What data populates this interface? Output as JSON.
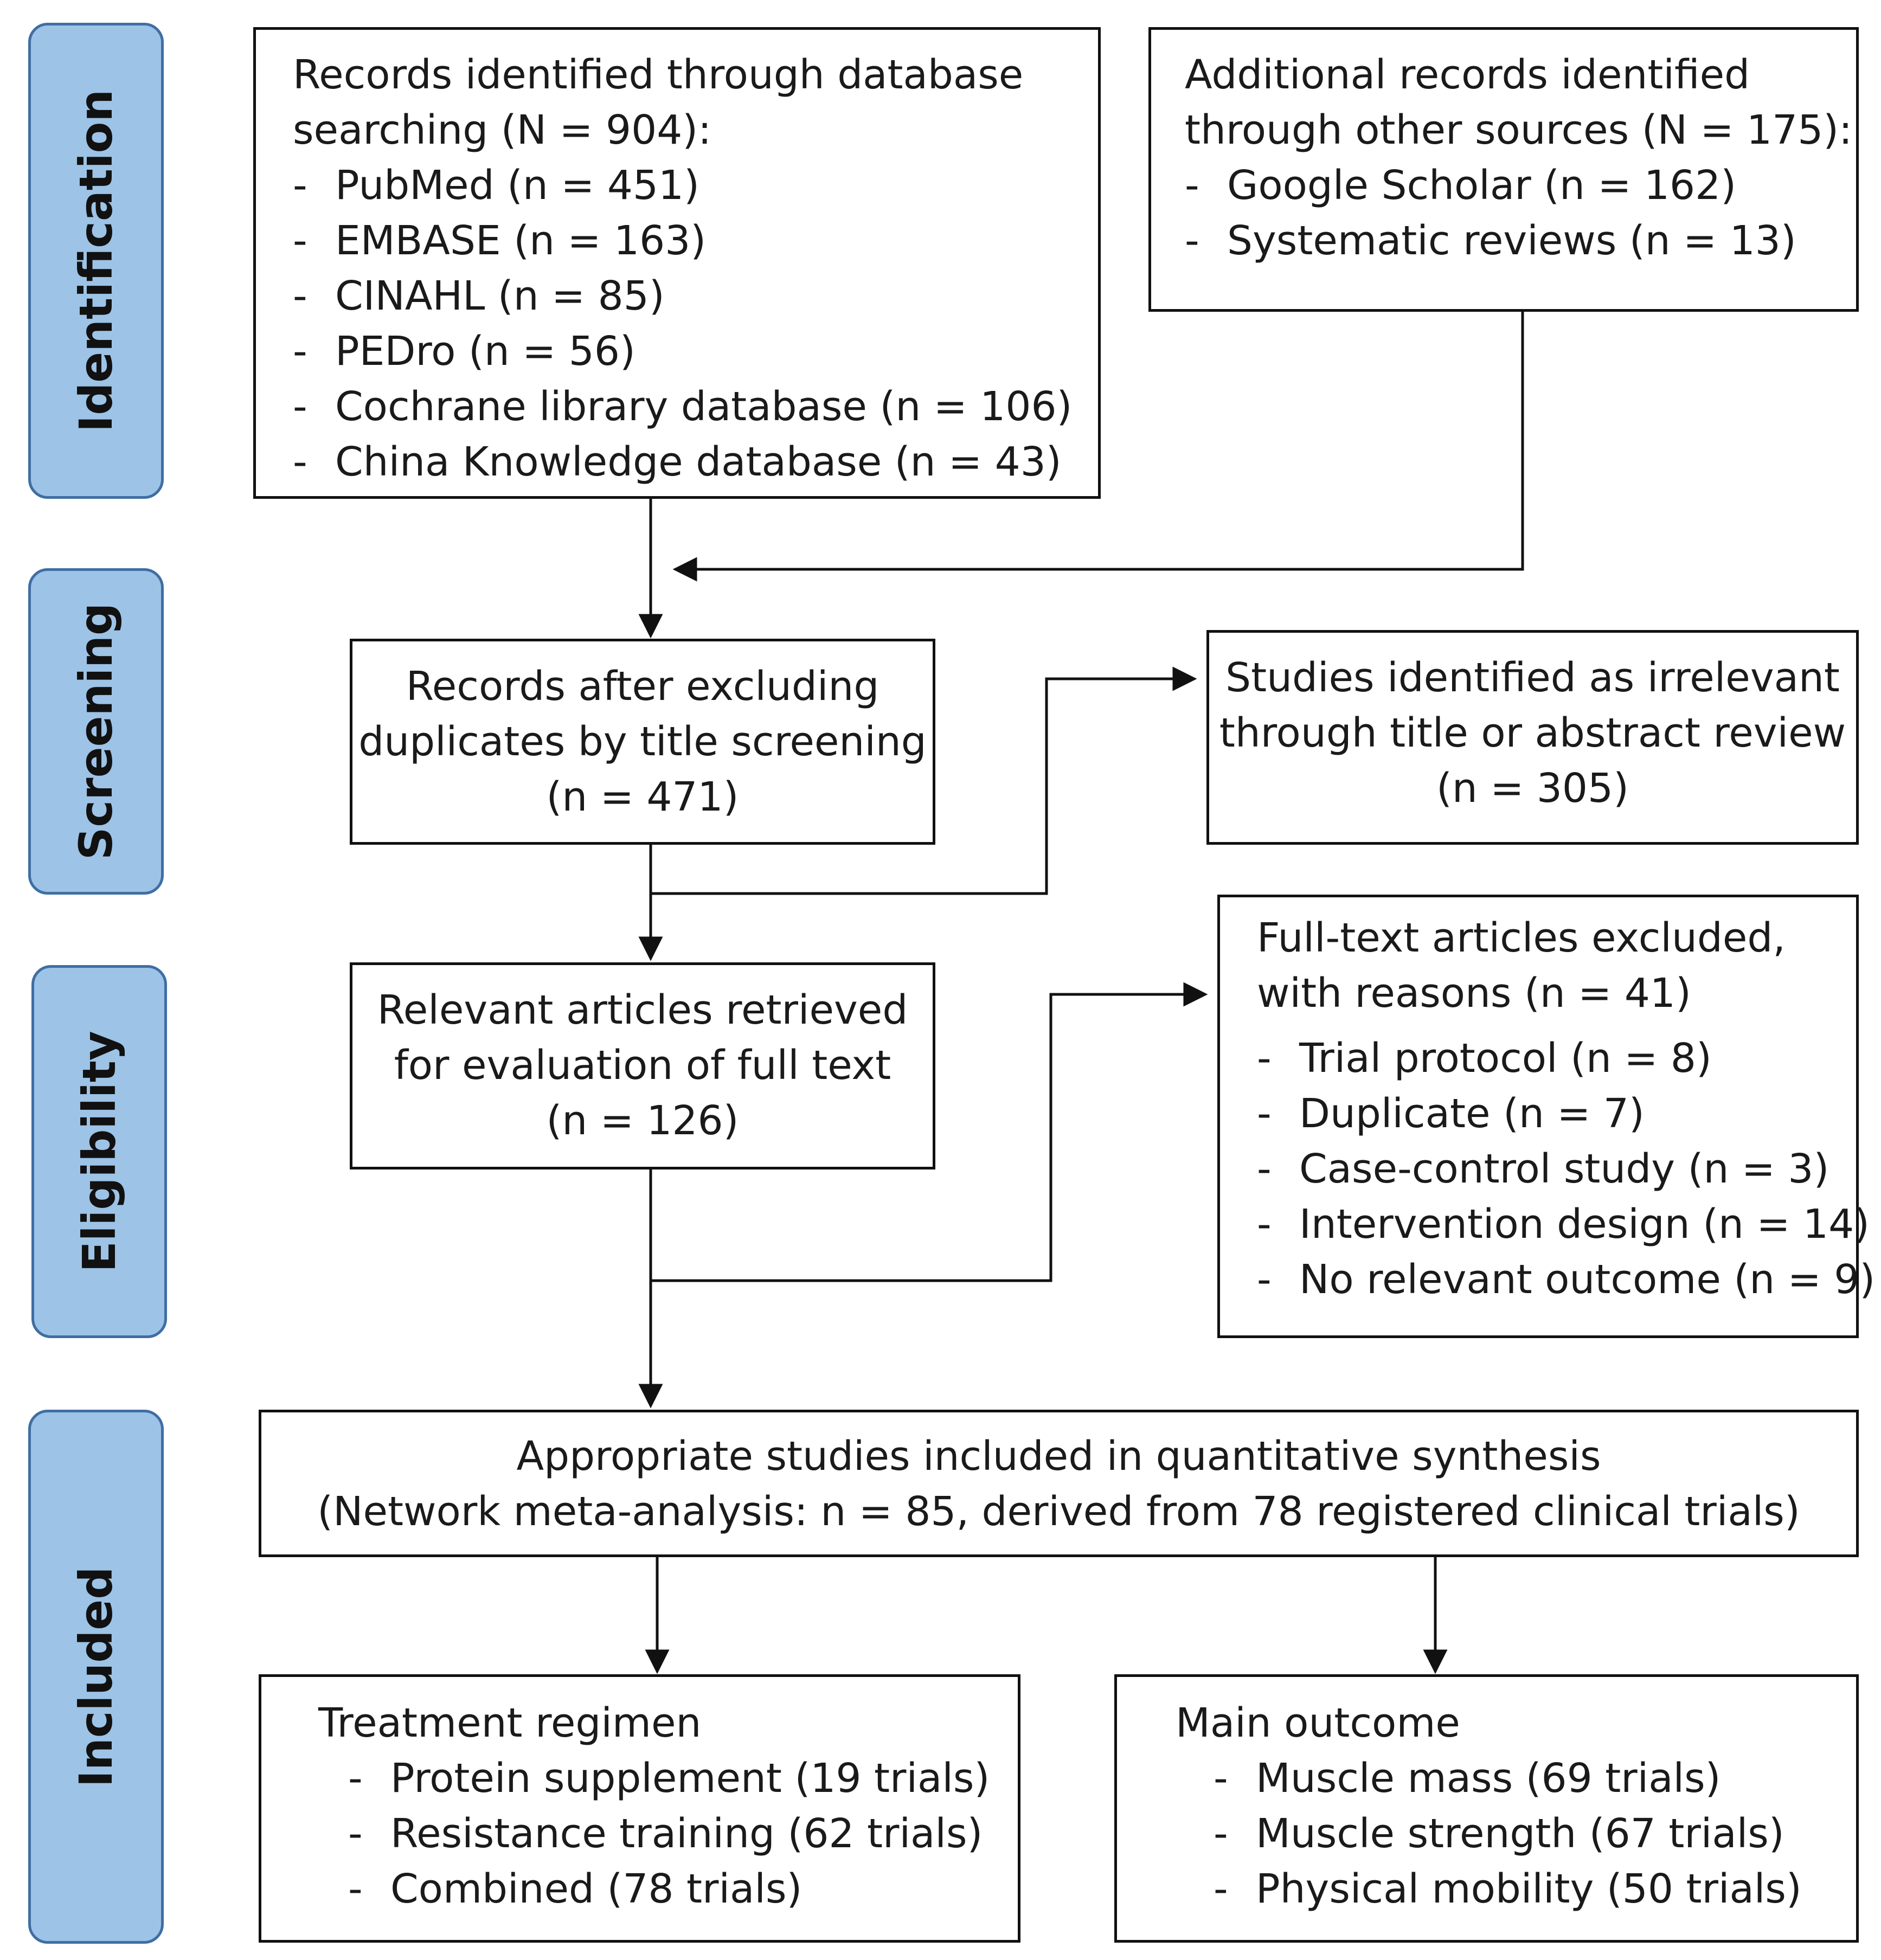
{
  "stages": {
    "identification": "Identification",
    "screening": "Screening",
    "eligibility": "Eligibility",
    "included": "Included"
  },
  "database_search": {
    "heading_line1": "Records identified through database",
    "heading_line2": "searching (N = 904):",
    "items": [
      "PubMed (n = 451)",
      "EMBASE (n = 163)",
      "CINAHL (n = 85)",
      "PEDro (n = 56)",
      "Cochrane library database (n = 106)",
      "China Knowledge database (n = 43)"
    ]
  },
  "other_sources": {
    "heading_line1": "Additional records identified",
    "heading_line2": "through other sources (N = 175):",
    "items": [
      "Google Scholar (n = 162)",
      "Systematic reviews (n = 13)"
    ]
  },
  "after_duplicates": {
    "line1": "Records after excluding",
    "line2": "duplicates by title screening",
    "line3": "(n = 471)"
  },
  "irrelevant": {
    "line1": "Studies identified as irrelevant",
    "line2": "through title or abstract review",
    "line3": "(n = 305)"
  },
  "full_text": {
    "line1": "Relevant articles retrieved",
    "line2": "for evaluation of full text",
    "line3": "(n = 126)"
  },
  "excluded": {
    "heading_line1": "Full-text articles excluded,",
    "heading_line2": "with reasons (n = 41)",
    "items": [
      "Trial protocol (n = 8)",
      "Duplicate (n = 7)",
      "Case-control study (n = 3)",
      "Intervention design (n = 14)",
      "No relevant outcome (n = 9)"
    ]
  },
  "included_studies": {
    "line1": "Appropriate studies included in quantitative synthesis",
    "line2": "(Network meta-analysis: n = 85, derived from 78 registered clinical trials)"
  },
  "treatment": {
    "heading": "Treatment regimen",
    "items": [
      "Protein supplement (19 trials)",
      "Resistance training (62 trials)",
      "Combined (78 trials)"
    ]
  },
  "outcome": {
    "heading": "Main outcome",
    "items": [
      "Muscle mass (69 trials)",
      "Muscle strength (67 trials)",
      "Physical mobility (50 trials)"
    ]
  },
  "dash": "-"
}
